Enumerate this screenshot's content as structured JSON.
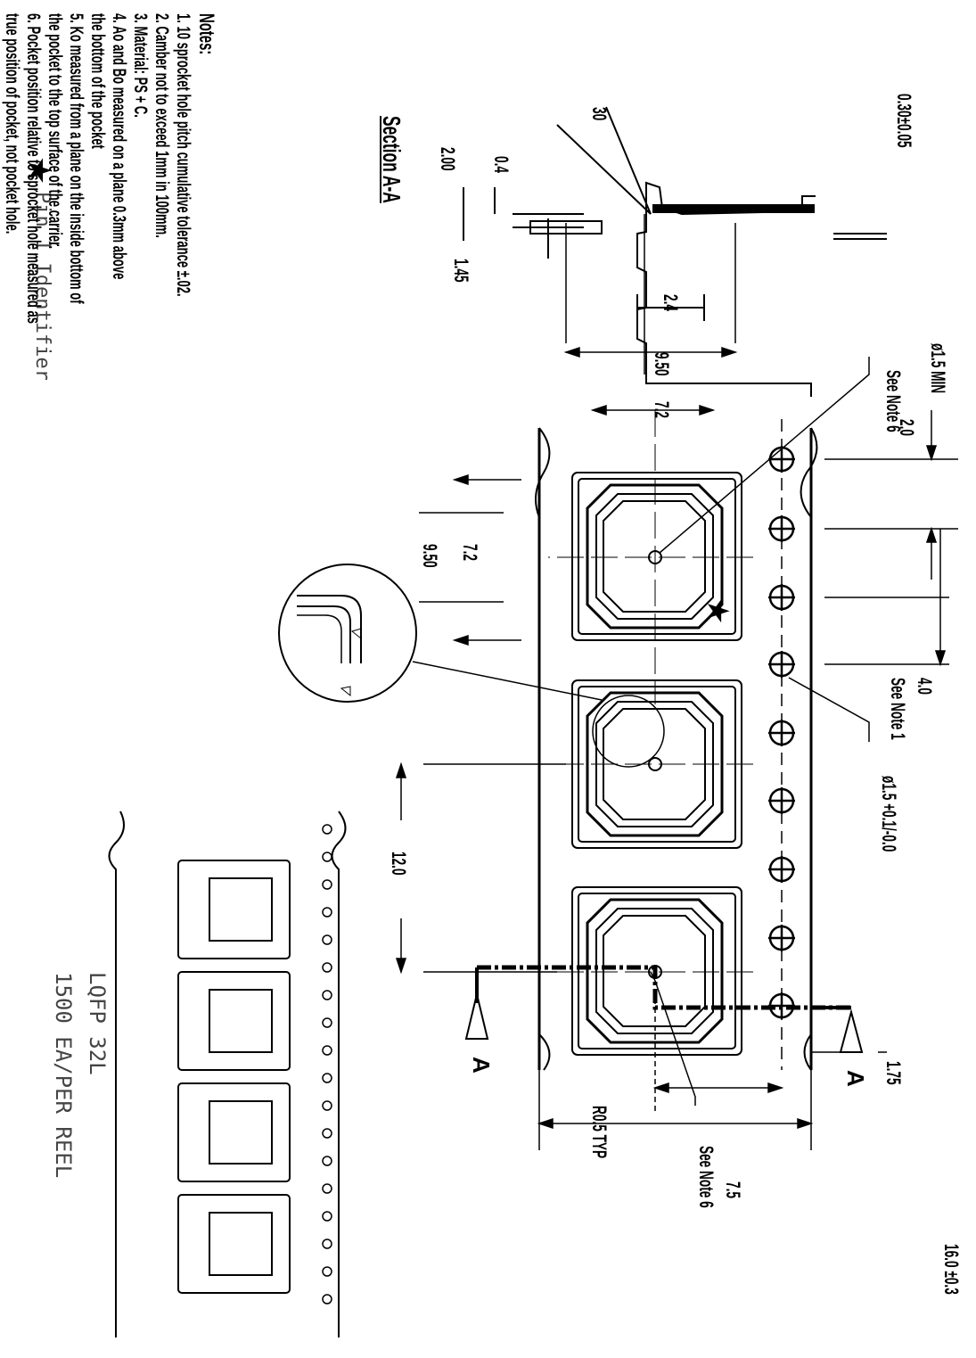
{
  "notes": {
    "heading": "Notes:",
    "items": [
      "1. 10 sprocket hole pitch cumulative tolerance ±.02.",
      "2. Camber not to exceed 1mm in 100mm.",
      "3. Material: PS + C.",
      "4. Ao and Bo measured on a plane 0.3mm above",
      "the bottom of the pocket",
      "5. Ko measured from a plane on the inside bottom of",
      "the pocket to the top surface of the carrier.",
      "6. Pocket position relative to sprocket hole measured as",
      "true position of pocket, not pocket hole."
    ]
  },
  "section": {
    "title": "Section A-A",
    "dims": {
      "thickness": "0.30±0.05",
      "angle": "30",
      "depth_top": "0.4",
      "depth": "2.00",
      "k": "1.45",
      "hole": "2.4"
    }
  },
  "tape": {
    "dims": {
      "hole_min": "ø1.5 MIN",
      "see_note_6_a": "See Note 6",
      "p2": "2.0",
      "p0": "4.0",
      "see_note_1": "See Note 1",
      "sprocket_hole": "ø1.5 +0.1/-0.0",
      "pocket_outer_w": "9.50",
      "pocket_inner_w": "7.2",
      "pocket_inner_h": "7.2",
      "pocket_outer_h": "9.50",
      "pitch": "12.0",
      "radius": "R0.5 TYP",
      "f": "7.5",
      "see_note_6_b": "See Note 6",
      "e": "1.75",
      "width": "16.0 ±0.3",
      "section_a_left": "A",
      "section_a_right": "A"
    }
  },
  "legend": {
    "pin1_symbol": "★",
    "pin1_label": "Pin 1 Identifier"
  },
  "reel": {
    "package": "LQFP 32L",
    "quantity": "1500 EA/PER REEL"
  }
}
